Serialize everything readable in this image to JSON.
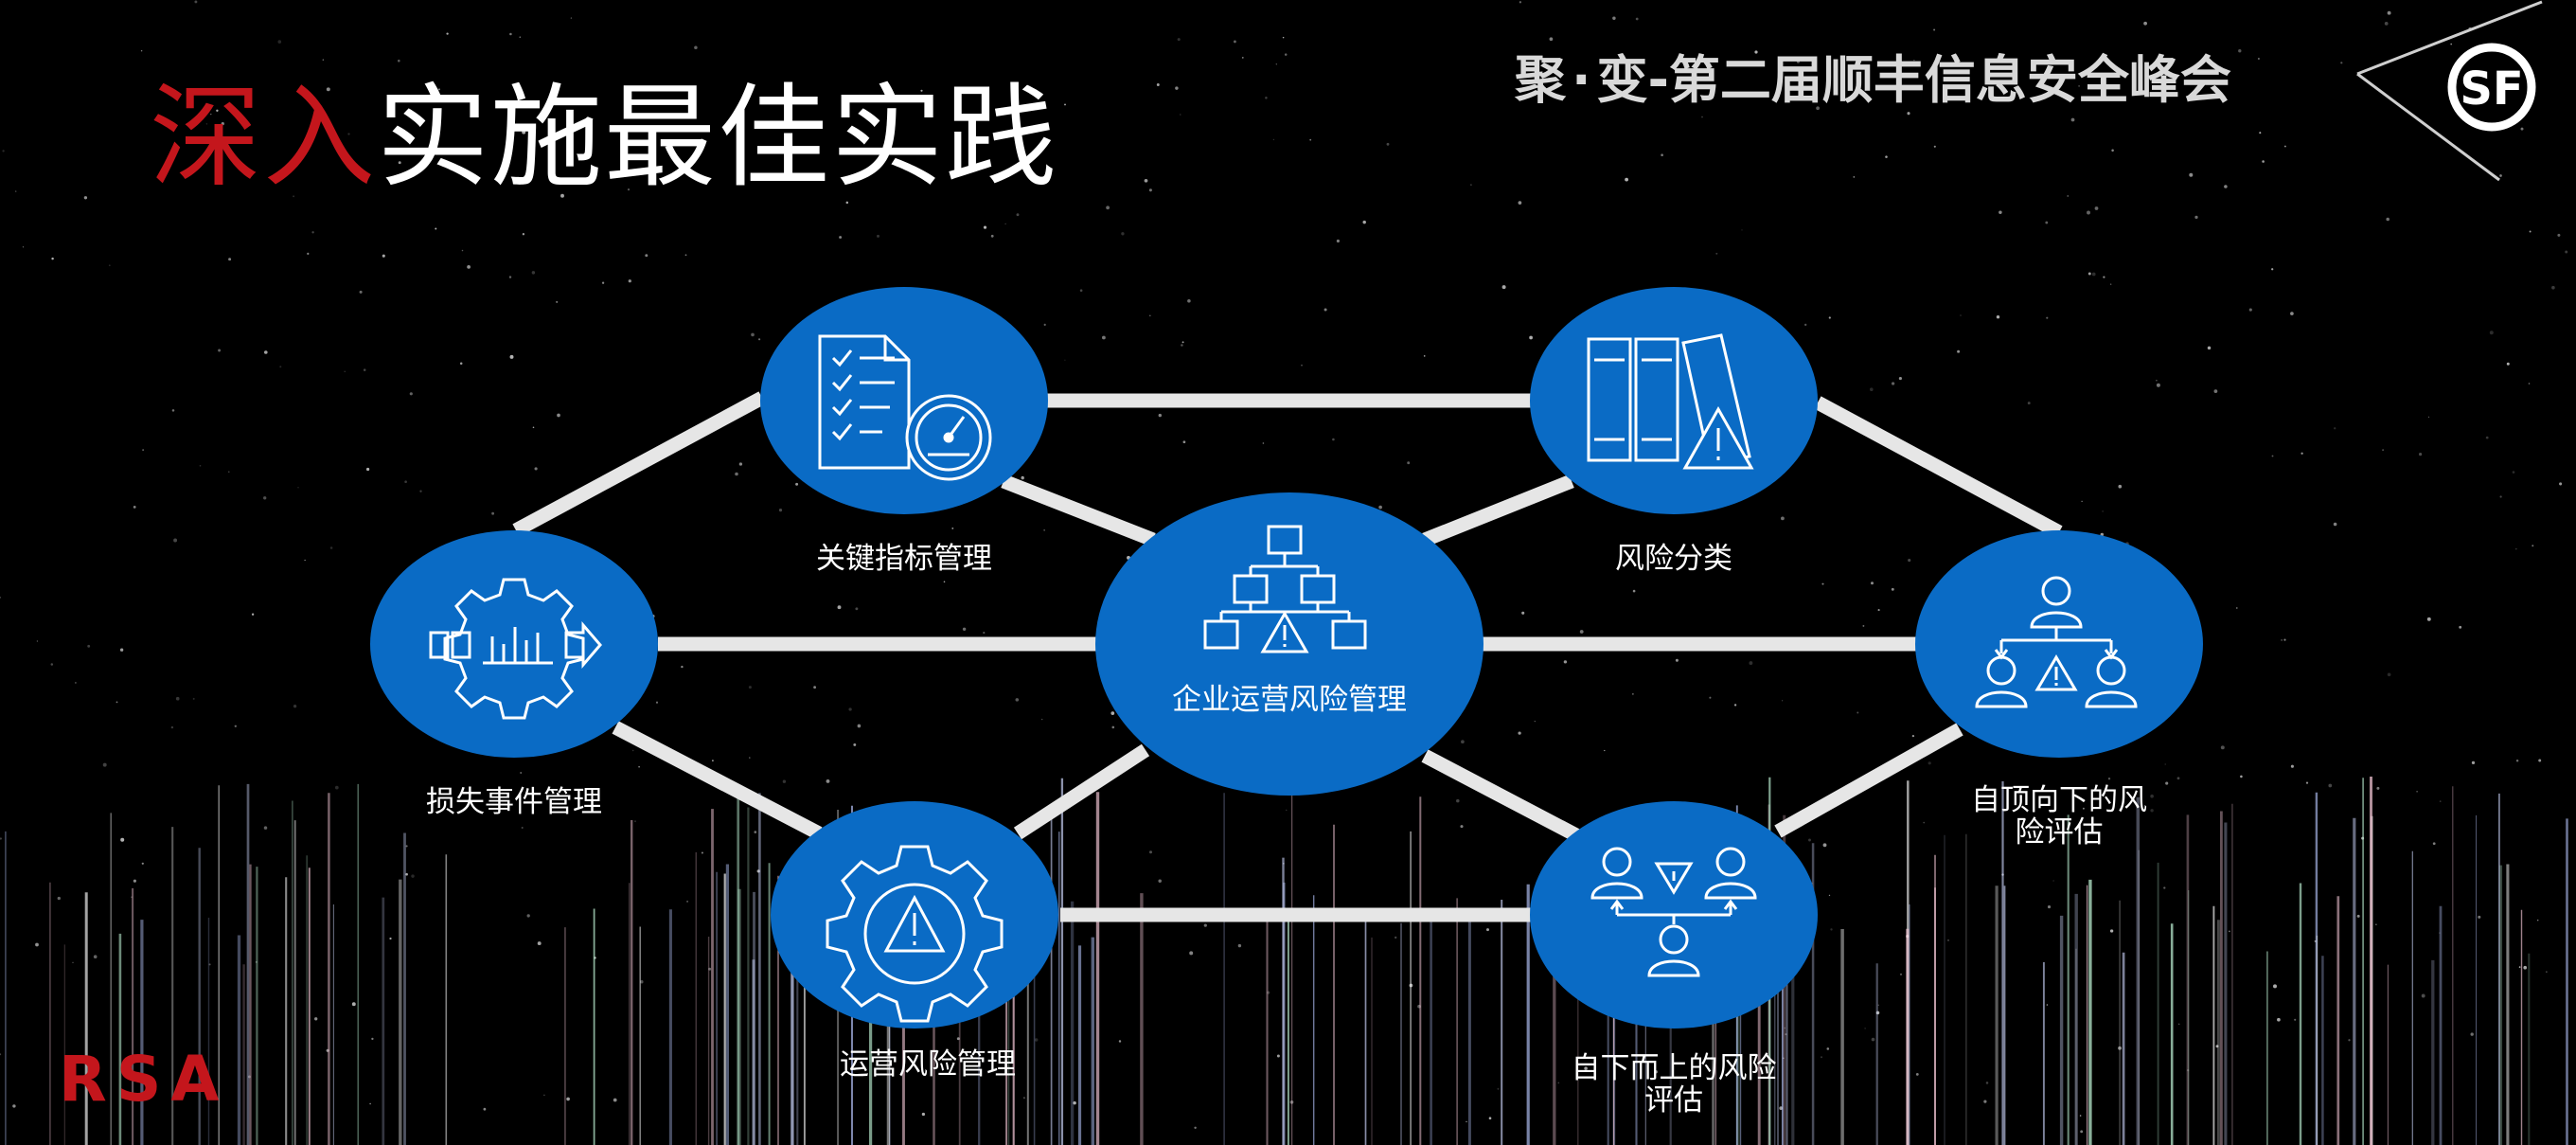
{
  "header": {
    "title_accent": "深入",
    "title_rest": "实施最佳实践",
    "summit_part1": "聚",
    "summit_dot": "·",
    "summit_part2": "变-第二届顺丰信息安全峰会",
    "sf_logo_text": "SF",
    "rsa_logo_text": "RSA"
  },
  "colors": {
    "accent_red": "#c4161c",
    "node_blue": "#0a6bc5",
    "edge_gray": "#e6e6e6",
    "background": "#000000"
  },
  "nodes": {
    "center": {
      "label": "企业运营风险管理",
      "icon": "org-chart-warning-icon"
    },
    "kpi": {
      "label": "关键指标管理",
      "icon": "checklist-gauge-icon"
    },
    "risk_class": {
      "label": "风险分类",
      "icon": "binders-warning-icon"
    },
    "loss": {
      "label": "损失事件管理",
      "icon": "gear-chart-icon"
    },
    "topdown": {
      "label_line1": "自顶向下的风",
      "label_line2": "险评估",
      "icon": "users-top-down-icon"
    },
    "ops": {
      "label": "运营风险管理",
      "icon": "gear-warning-icon"
    },
    "bottomup": {
      "label_line1": "自下而上的风险",
      "label_line2": "评估",
      "icon": "users-bottom-up-icon"
    }
  }
}
